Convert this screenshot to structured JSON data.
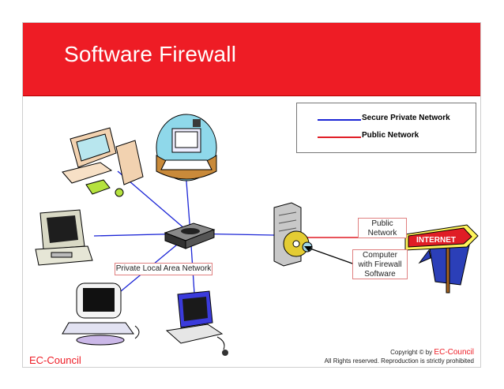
{
  "header": {
    "title": "Software Firewall"
  },
  "legend": {
    "items": [
      {
        "label": "Secure Private Network",
        "color": "#1b25d6"
      },
      {
        "label": "Public Network",
        "color": "#e01d25"
      }
    ]
  },
  "labels": {
    "private_lan": "Private Local Area Network",
    "public_network_1": "Public",
    "public_network_2": "Network",
    "firewall_1": "Computer",
    "firewall_2": "with Firewall",
    "firewall_3": "Software",
    "internet_sign": "INTERNET"
  },
  "footer": {
    "brand_left": "EC-Council",
    "copyright_prefix": "Copyright © by",
    "copyright_brand": "EC-Council",
    "rights": "All Rights reserved. Reproduction is strictly prohibited"
  },
  "colors": {
    "accent": "#ee1c25",
    "secure_line": "#1b25d6",
    "public_line": "#e01d25"
  }
}
